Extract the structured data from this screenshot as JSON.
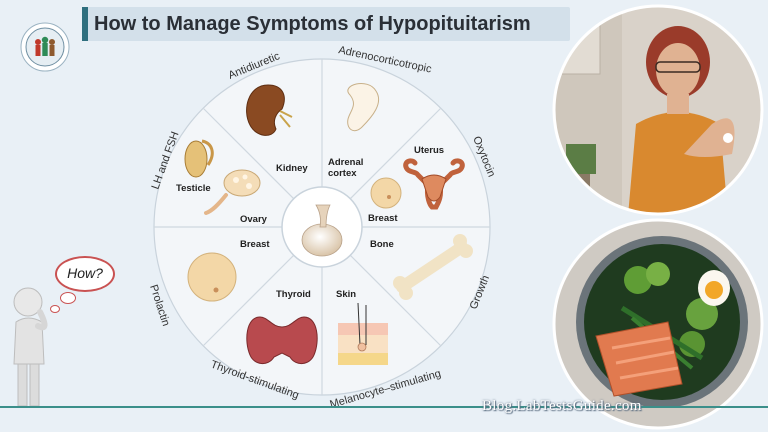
{
  "page": {
    "title": "How to Manage Symptoms of Hypopituitarism",
    "footer_url": "Blog.LabTestsGuide.com",
    "speech_bubble": "How?"
  },
  "wheel": {
    "ring_labels": {
      "antidiuretic": "Antidiuretic",
      "adrenocorticotropic": "Adrenocorticotropic",
      "oxytocin": "Oxytocin",
      "growth": "Growth",
      "melanocyte": "Melanocyte–stimulating",
      "thyroid": "Thyroid-stimulating",
      "prolactin": "Prolactin",
      "lh_fsh": "LH and FSH"
    },
    "organ_labels": {
      "kidney": "Kidney",
      "adrenal": "Adrenal\ncortex",
      "adrenal_line1": "Adrenal",
      "adrenal_line2": "cortex",
      "uterus": "Uterus",
      "breast_right": "Breast",
      "bone": "Bone",
      "skin": "Skin",
      "thyroid": "Thyroid",
      "breast_left": "Breast",
      "testicle": "Testicle",
      "ovary": "Ovary"
    }
  },
  "colors": {
    "accent": "#2f6f7e",
    "bubble_border": "#c95252",
    "footer_line": "#3b8f8a"
  }
}
